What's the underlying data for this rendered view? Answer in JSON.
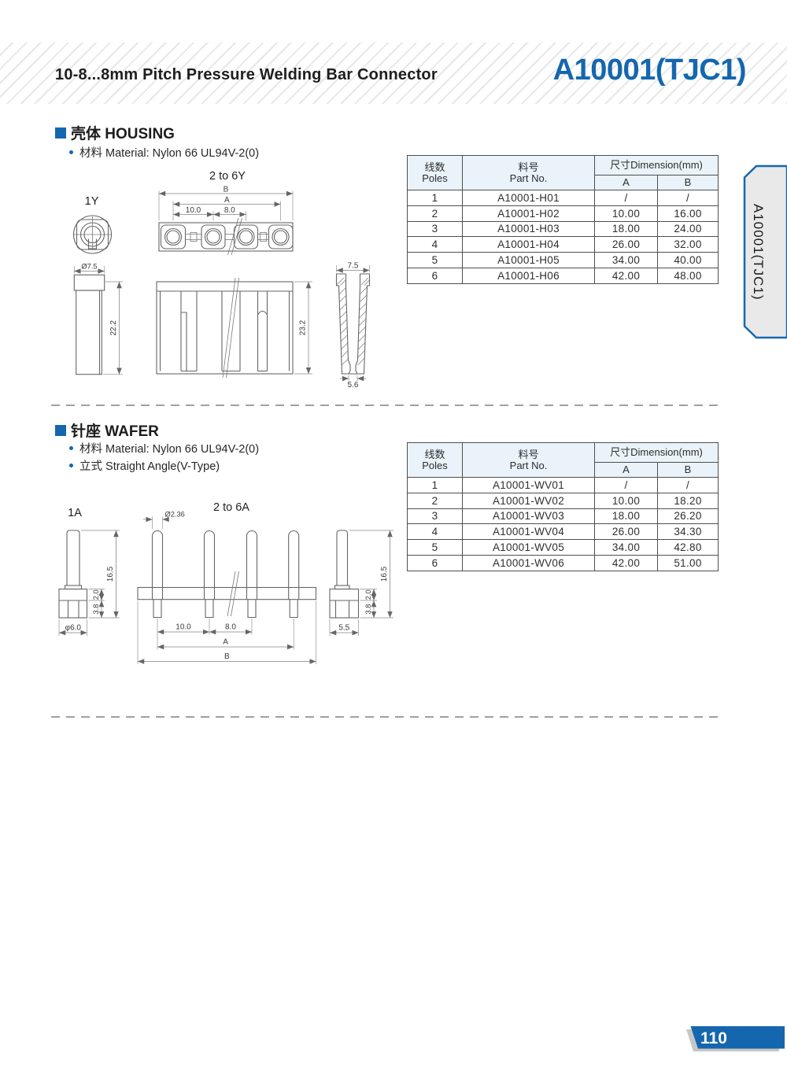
{
  "header": {
    "title": "10-8...8mm Pitch Pressure Welding Bar Connector",
    "part_code": "A10001(TJC1)"
  },
  "side_tab": {
    "label": "A10001(TJC1)"
  },
  "footer": {
    "page_number": "110"
  },
  "colors": {
    "accent_blue": "#1467ae",
    "table_header_bg": "#e9f3f9",
    "stripe_gray": "#e7e7e7",
    "tab_fill": "#e9e9e9",
    "badge_blue": "#1467ae"
  },
  "housing": {
    "section_title": "壳体 HOUSING",
    "bullets": [
      "材料 Material: Nylon 66 UL94V-2(0)"
    ],
    "drawing": {
      "view1_label": "1Y",
      "view2_label": "2 to 6Y",
      "dim_b": "B",
      "dim_a": "A",
      "dim_pitch1": "10.0",
      "dim_pitch2": "8.0",
      "dim_cap_dia": "Ø7.5",
      "dim_side_height": "22.2",
      "dim_front_height": "23.2",
      "dim_section_top": "7.5",
      "dim_section_bottom": "5.6"
    },
    "table": {
      "headers": {
        "poles_cn": "线数",
        "poles_en": "Poles",
        "part_cn": "料号",
        "part_en": "Part No.",
        "dimension": "尺寸Dimension(mm)",
        "col_a": "A",
        "col_b": "B"
      },
      "rows": [
        {
          "poles": "1",
          "part": "A10001-H01",
          "a": "/",
          "b": "/"
        },
        {
          "poles": "2",
          "part": "A10001-H02",
          "a": "10.00",
          "b": "16.00"
        },
        {
          "poles": "3",
          "part": "A10001-H03",
          "a": "18.00",
          "b": "24.00"
        },
        {
          "poles": "4",
          "part": "A10001-H04",
          "a": "26.00",
          "b": "32.00"
        },
        {
          "poles": "5",
          "part": "A10001-H05",
          "a": "34.00",
          "b": "40.00"
        },
        {
          "poles": "6",
          "part": "A10001-H06",
          "a": "42.00",
          "b": "48.00"
        }
      ]
    }
  },
  "wafer": {
    "section_title": "针座 WAFER",
    "bullets": [
      "材料 Material: Nylon 66 UL94V-2(0)",
      "立式 Straight Angle(V-Type)"
    ],
    "drawing": {
      "view1_label": "1A",
      "view2_label": "2 to 6A",
      "dim_pin_dia": "Ø2.36",
      "dim_height_left": "16.5",
      "dim_top_left": "2.0",
      "dim_base_left": "3.8",
      "dim_width_left": "φ6.0",
      "dim_pitch1": "10.0",
      "dim_pitch2": "8.0",
      "dim_a": "A",
      "dim_b": "B",
      "dim_height_right": "16.5",
      "dim_top_right": "2.0",
      "dim_base_right": "3.8",
      "dim_width_right": "5.5"
    },
    "table": {
      "headers": {
        "poles_cn": "线数",
        "poles_en": "Poles",
        "part_cn": "料号",
        "part_en": "Part No.",
        "dimension": "尺寸Dimension(mm)",
        "col_a": "A",
        "col_b": "B"
      },
      "rows": [
        {
          "poles": "1",
          "part": "A10001-WV01",
          "a": "/",
          "b": "/"
        },
        {
          "poles": "2",
          "part": "A10001-WV02",
          "a": "10.00",
          "b": "18.20"
        },
        {
          "poles": "3",
          "part": "A10001-WV03",
          "a": "18.00",
          "b": "26.20"
        },
        {
          "poles": "4",
          "part": "A10001-WV04",
          "a": "26.00",
          "b": "34.30"
        },
        {
          "poles": "5",
          "part": "A10001-WV05",
          "a": "34.00",
          "b": "42.80"
        },
        {
          "poles": "6",
          "part": "A10001-WV06",
          "a": "42.00",
          "b": "51.00"
        }
      ]
    }
  }
}
